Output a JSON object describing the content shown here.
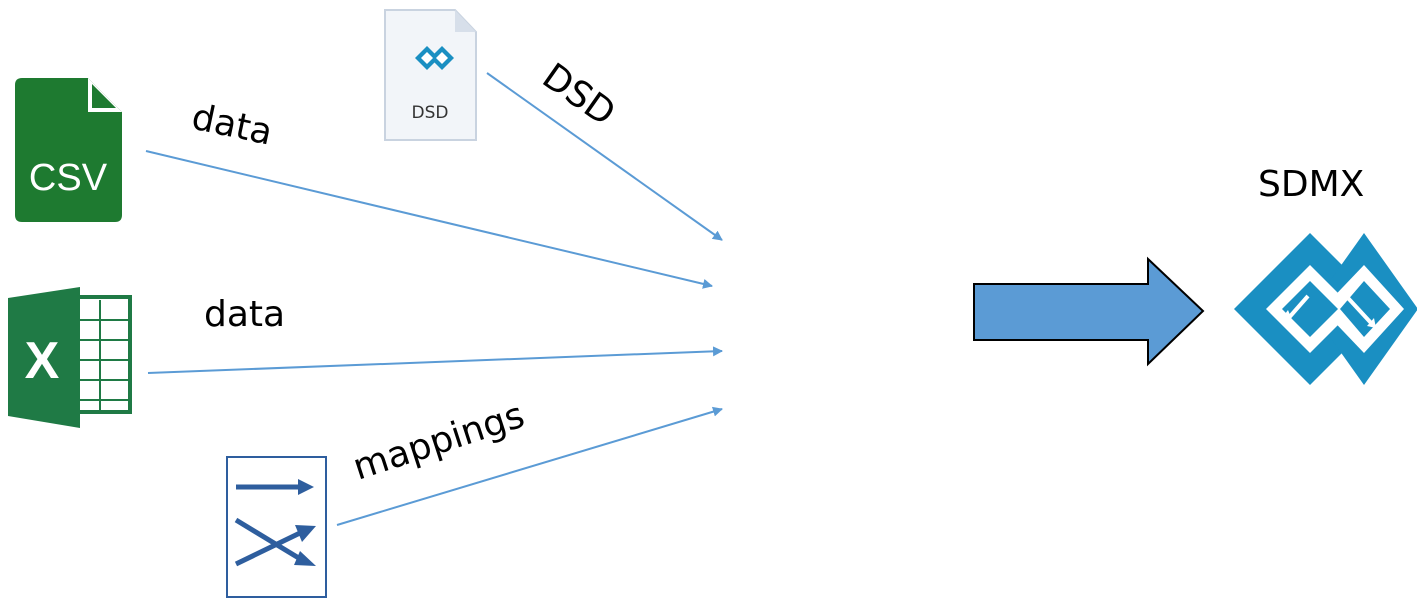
{
  "icons": {
    "csv": {
      "name": "csv-file-icon",
      "text": "CSV",
      "color": "#1e7a30"
    },
    "excel": {
      "name": "excel-icon",
      "text": "X",
      "color": "#1f7a45"
    },
    "dsd": {
      "name": "dsd-file-icon",
      "text": "DSD",
      "color": "#1a8fc2"
    },
    "mappings": {
      "name": "mappings-icon",
      "color": "#2e5e9e"
    },
    "sdmx": {
      "name": "sdmx-logo-icon",
      "color": "#1a8fc2"
    }
  },
  "labels": {
    "csv_data": "data",
    "excel_data": "data",
    "dsd": "DSD",
    "mappings": "mappings",
    "output": "SDMX"
  },
  "colors": {
    "connector": "#5b9bd5",
    "big_arrow_fill": "#5b9bd5",
    "big_arrow_stroke": "#000000"
  }
}
